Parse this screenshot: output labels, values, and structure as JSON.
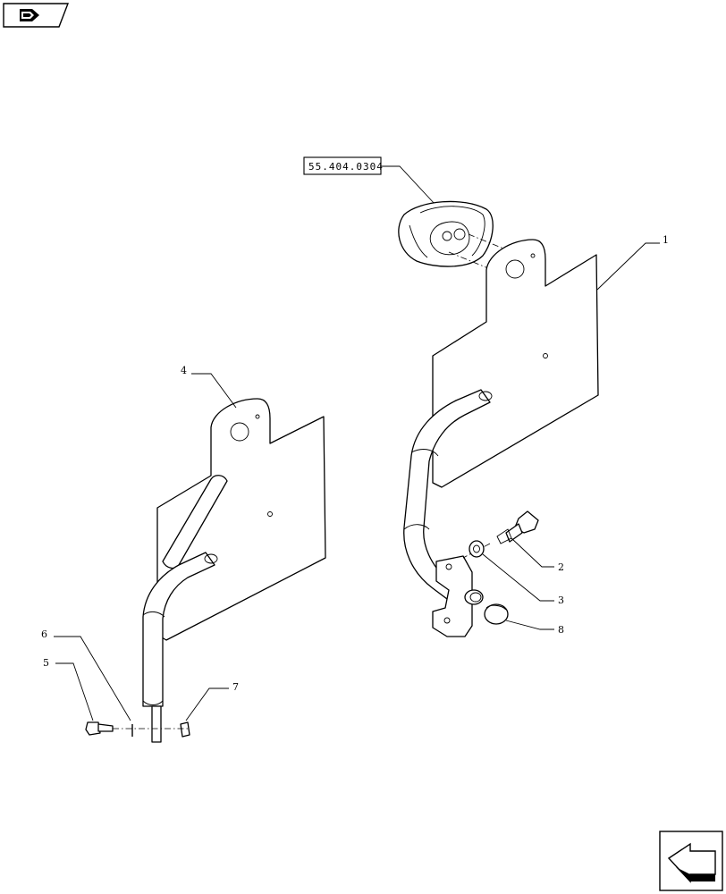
{
  "reference_box": {
    "label": "55.404.0304"
  },
  "callouts": [
    {
      "id": "1",
      "label": "1"
    },
    {
      "id": "2",
      "label": "2"
    },
    {
      "id": "3",
      "label": "3"
    },
    {
      "id": "4",
      "label": "4"
    },
    {
      "id": "5",
      "label": "5"
    },
    {
      "id": "6",
      "label": "6"
    },
    {
      "id": "7",
      "label": "7"
    },
    {
      "id": "8",
      "label": "8"
    }
  ],
  "icons": {
    "top_left": "book-arrow-icon",
    "bottom_right": "next-page-arrow-icon"
  },
  "colors": {
    "line": "#000000",
    "background": "#ffffff"
  }
}
